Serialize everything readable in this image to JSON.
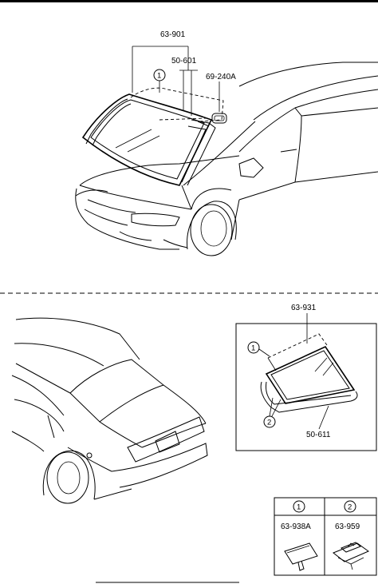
{
  "top_section": {
    "windshield_assembly_part": "63-901",
    "molding_part": "50-601",
    "sensor_part": "69-240A",
    "callout_number": "1"
  },
  "rear_section": {
    "rear_glass_assembly_part": "63-931",
    "molding_part": "50-611",
    "callout_1": "1",
    "callout_2": "2"
  },
  "legend": {
    "items": [
      {
        "number": "1",
        "part": "63-938A",
        "icon": "clip-icon"
      },
      {
        "number": "2",
        "part": "63-959",
        "icon": "fastener-icon"
      }
    ]
  }
}
